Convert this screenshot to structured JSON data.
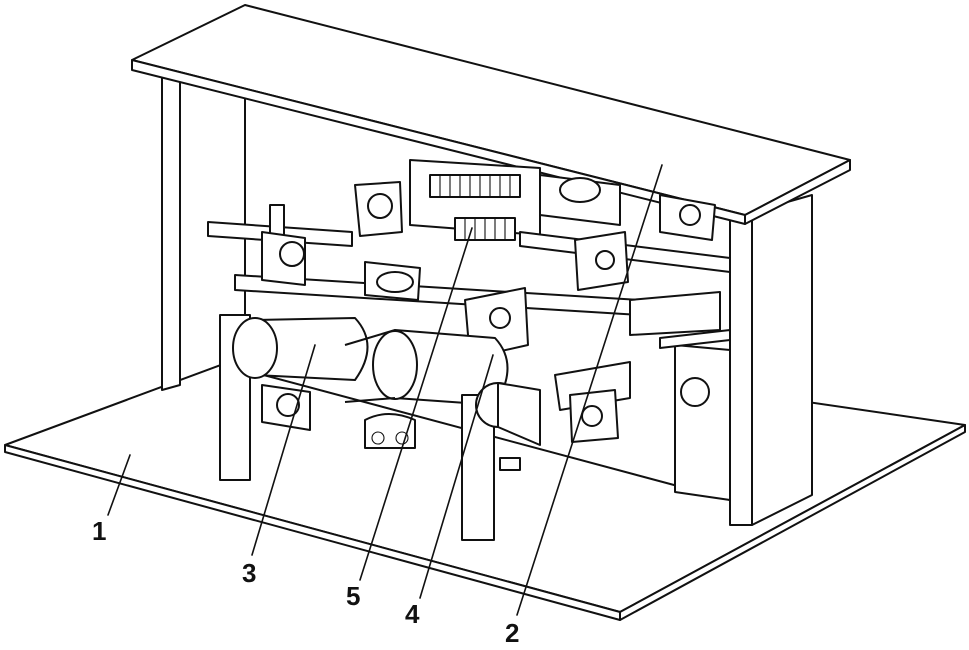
{
  "callouts": [
    {
      "id": "1",
      "label": "1"
    },
    {
      "id": "3",
      "label": "3"
    },
    {
      "id": "5",
      "label": "5"
    },
    {
      "id": "4",
      "label": "4"
    },
    {
      "id": "2",
      "label": "2"
    }
  ],
  "colors": {
    "line": "#111111",
    "fill": "#ffffff"
  }
}
